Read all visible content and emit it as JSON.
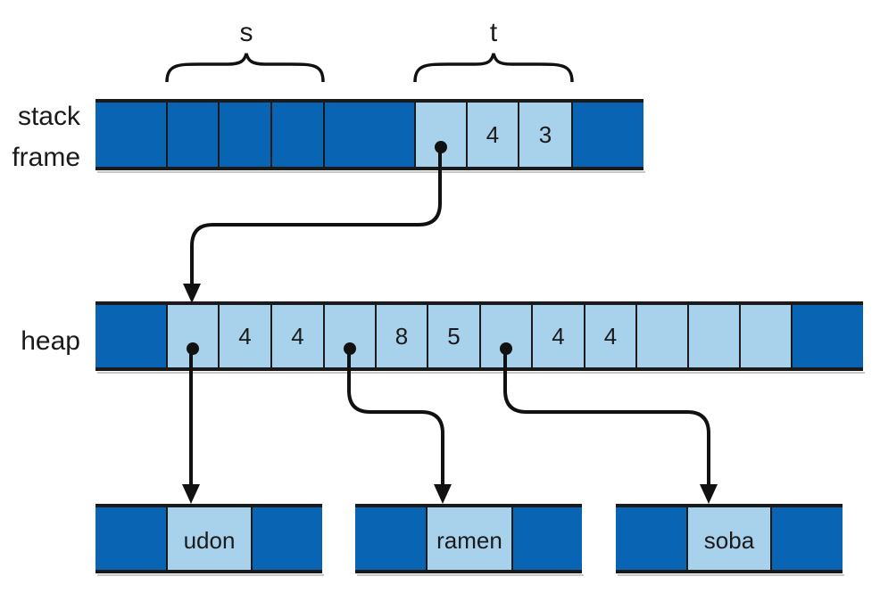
{
  "labels": {
    "s": "s",
    "t": "t",
    "stack_line1": "stack",
    "stack_line2": "frame",
    "heap": "heap"
  },
  "stack": {
    "cells": [
      {
        "kind": "dark",
        "text": ""
      },
      {
        "kind": "dark",
        "text": ""
      },
      {
        "kind": "dark",
        "text": ""
      },
      {
        "kind": "dark",
        "text": ""
      },
      {
        "kind": "dark",
        "text": ""
      },
      {
        "kind": "light",
        "text": "",
        "pointer": true
      },
      {
        "kind": "light",
        "text": "4"
      },
      {
        "kind": "light",
        "text": "3"
      },
      {
        "kind": "dark",
        "text": ""
      }
    ]
  },
  "heap": {
    "cells": [
      {
        "kind": "dark",
        "text": ""
      },
      {
        "kind": "light",
        "text": "",
        "pointer": true
      },
      {
        "kind": "light",
        "text": "4"
      },
      {
        "kind": "light",
        "text": "4"
      },
      {
        "kind": "light",
        "text": "",
        "pointer": true
      },
      {
        "kind": "light",
        "text": "8"
      },
      {
        "kind": "light",
        "text": "5"
      },
      {
        "kind": "light",
        "text": "",
        "pointer": true
      },
      {
        "kind": "light",
        "text": "4"
      },
      {
        "kind": "light",
        "text": "4"
      },
      {
        "kind": "light",
        "text": ""
      },
      {
        "kind": "light",
        "text": ""
      },
      {
        "kind": "light",
        "text": ""
      },
      {
        "kind": "dark",
        "text": ""
      }
    ]
  },
  "strings": [
    {
      "text": "udon"
    },
    {
      "text": "ramen"
    },
    {
      "text": "soba"
    }
  ],
  "colors": {
    "dark_cell": "#0a64b4",
    "light_cell": "#a8d2ec",
    "stroke": "#111111"
  }
}
